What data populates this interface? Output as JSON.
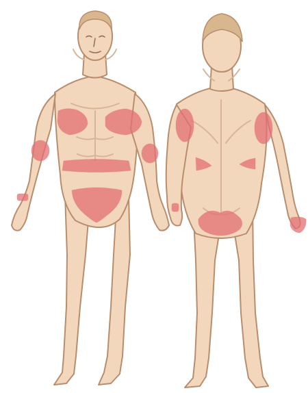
{
  "figure": {
    "views": [
      "front",
      "back"
    ]
  },
  "colors": {
    "skin": "#f3d7bd",
    "skin_shadow": "#d9b597",
    "outline": "#b88d6d",
    "hair": "#d8b78f",
    "highlight_region": "#e36f73",
    "background": "#ffffff"
  },
  "regions": {
    "front": [
      "left-chest",
      "right-chest",
      "left-upper-arm",
      "right-upper-arm",
      "waistband",
      "groin",
      "left-wrist"
    ],
    "back": [
      "left-scapular",
      "right-scapular",
      "left-flank",
      "right-flank",
      "buttocks",
      "left-wrist",
      "right-hand"
    ]
  }
}
